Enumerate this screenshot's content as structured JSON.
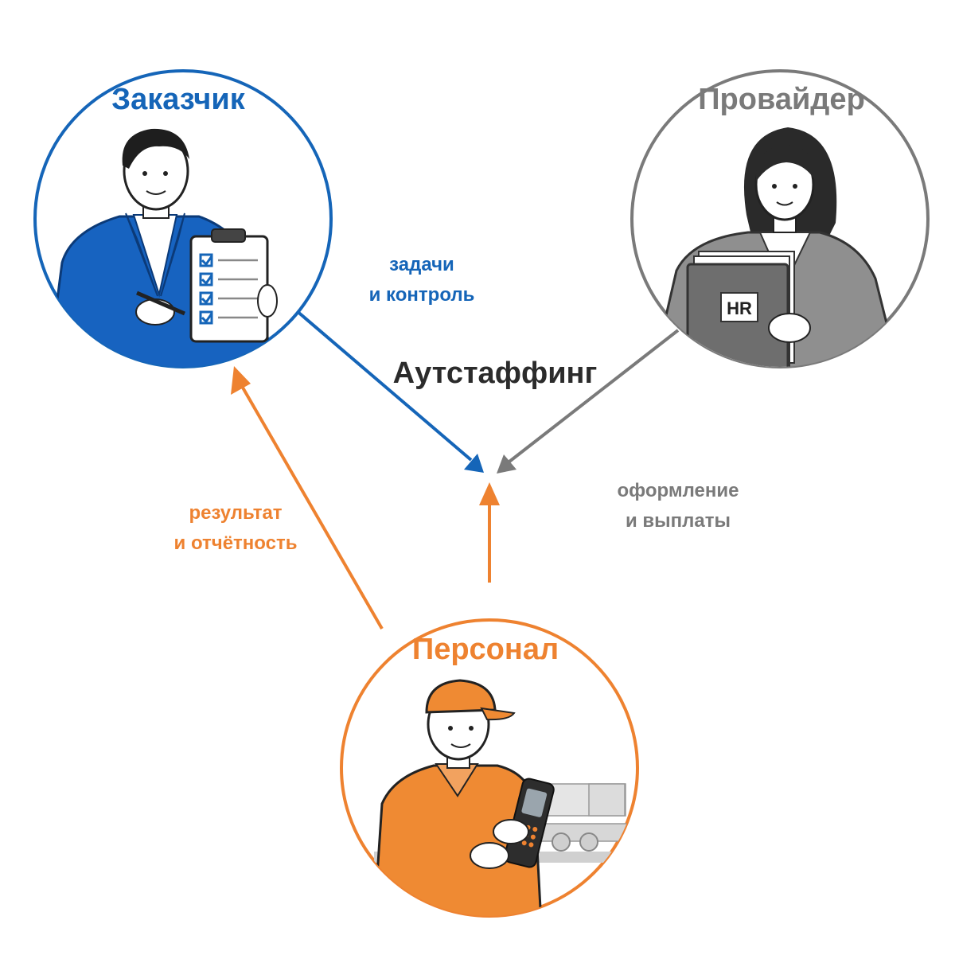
{
  "title": "Аутстаффинг",
  "colors": {
    "customer": "#1565b8",
    "provider": "#7a7a7a",
    "staff": "#ee8230",
    "ink": "#2b2b2b"
  },
  "nodes": {
    "customer": {
      "label": "Заказчик",
      "icon": "businessman-with-clipboard-icon"
    },
    "provider": {
      "label": "Провайдер",
      "icon": "hr-manager-with-folder-icon"
    },
    "staff": {
      "label": "Персонал",
      "icon": "worker-with-scanner-icon"
    }
  },
  "edges": {
    "customer_to_center": {
      "line1": "задачи",
      "line2": "и контроль"
    },
    "provider_to_center": {
      "line1": "оформление",
      "line2": "и выплаты"
    },
    "staff_to_customer": {
      "line1": "результат",
      "line2": "и отчётность"
    }
  },
  "folder_badge": "HR"
}
